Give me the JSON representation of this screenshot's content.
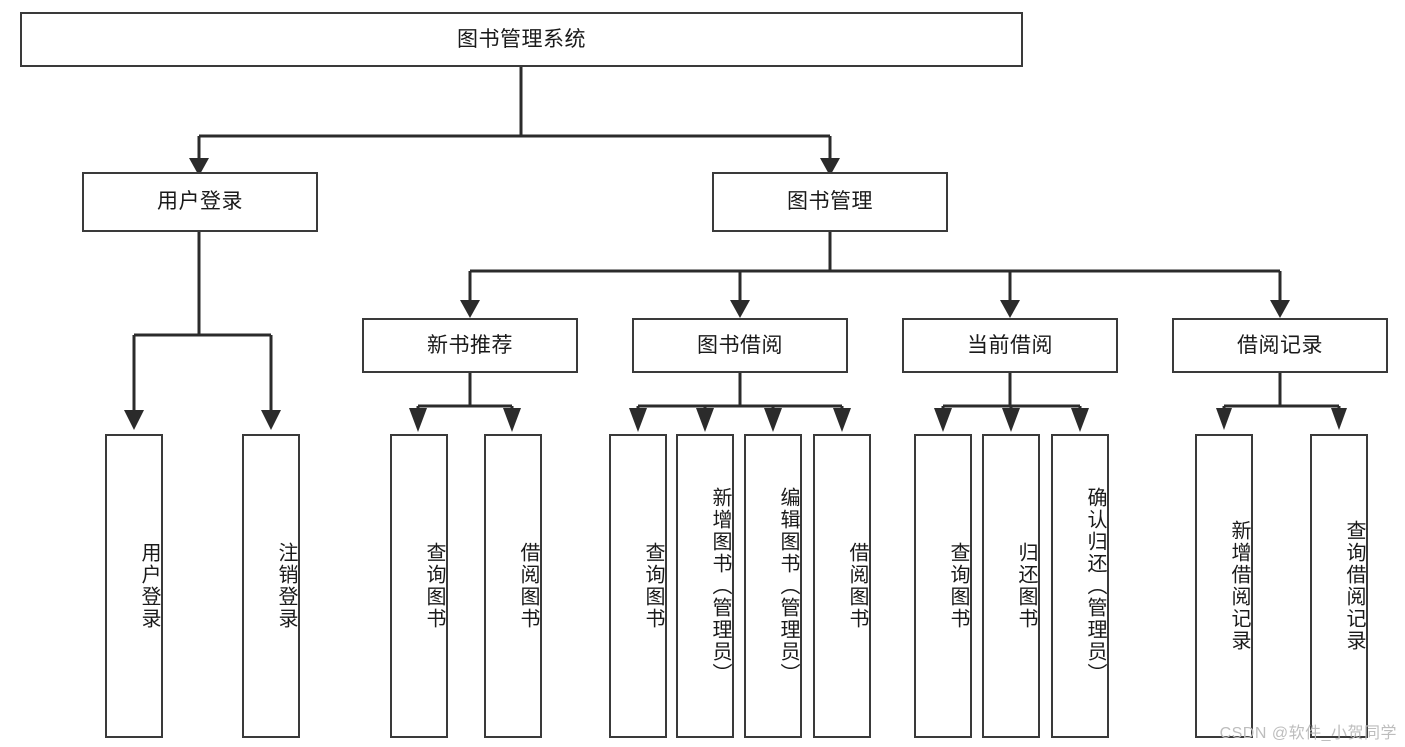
{
  "diagram": {
    "type": "tree",
    "title": "图书管理系统",
    "root": {
      "label": "图书管理系统"
    },
    "level2": [
      {
        "label": "用户登录"
      },
      {
        "label": "图书管理"
      }
    ],
    "level3": [
      {
        "label": "新书推荐"
      },
      {
        "label": "图书借阅"
      },
      {
        "label": "当前借阅"
      },
      {
        "label": "借阅记录"
      }
    ],
    "leaves": {
      "user_login": [
        {
          "label": "用户登录"
        },
        {
          "label": "注销登录"
        }
      ],
      "new_book_recommend": [
        {
          "label": "查询图书"
        },
        {
          "label": "借阅图书"
        }
      ],
      "book_borrow": [
        {
          "label": "查询图书"
        },
        {
          "label": "新增图书（管理员）"
        },
        {
          "label": "编辑图书（管理员）"
        },
        {
          "label": "借阅图书"
        }
      ],
      "current_borrow": [
        {
          "label": "查询图书"
        },
        {
          "label": "归还图书"
        },
        {
          "label": "确认归还（管理员）"
        }
      ],
      "borrow_record": [
        {
          "label": "新增借阅记录"
        },
        {
          "label": "查询借阅记录"
        }
      ]
    }
  },
  "watermark": {
    "text": "CSDN @软件_小贺同学"
  },
  "colors": {
    "background": "#ffffff",
    "box_border": "#3a3a3a",
    "box_fill": "#ffffff",
    "connector": "#2b2b2b",
    "text": "#1a1a1a",
    "watermark": "#bdbdbd"
  }
}
